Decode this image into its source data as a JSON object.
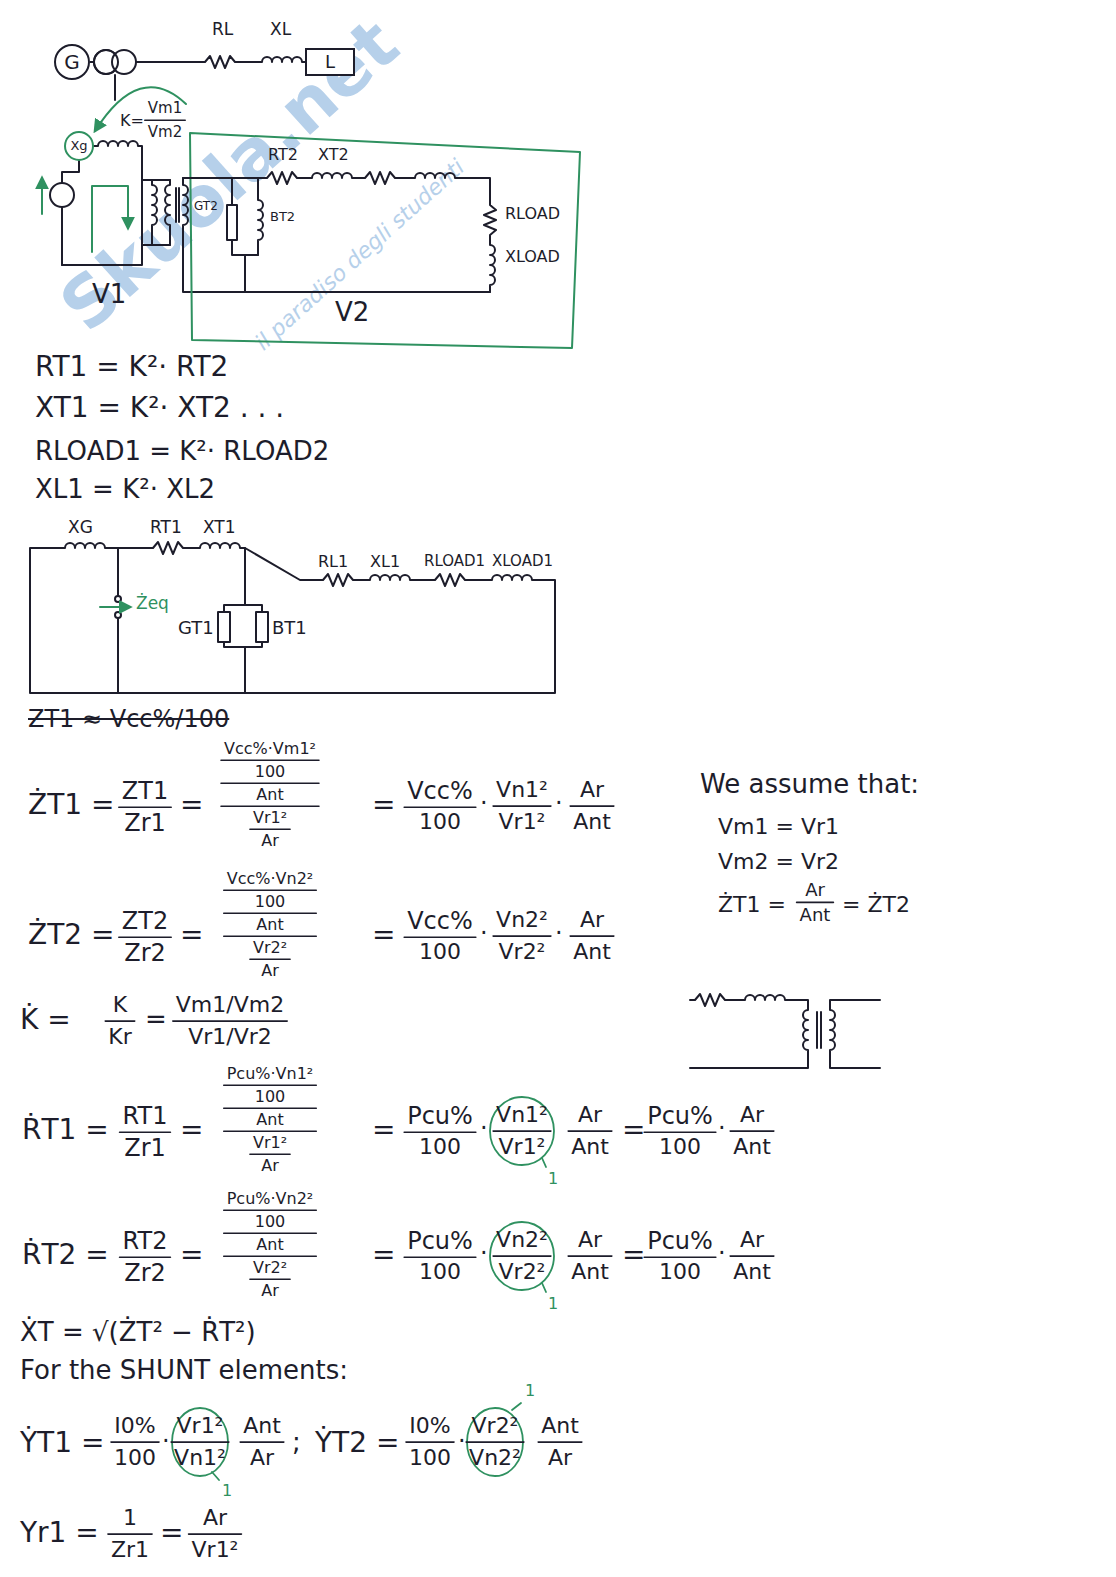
{
  "diagram": {
    "nodes": [
      {
        "text": [
          "G"
        ]
      },
      {
        "text": [
          "L"
        ]
      },
      {
        "text": [
          "Xg"
        ]
      }
    ],
    "edges": [
      {
        "from": 0,
        "to": 1,
        "arrow": "none"
      }
    ],
    "labels": [
      "RL",
      "XL",
      "K=",
      "Vm1",
      "Vm2",
      "RT2",
      "XT2",
      "GT2",
      "BT2",
      "RLOAD",
      "XLOAD",
      "V1",
      "V2",
      "RT1 = K²· RT2",
      "XT1 = K²· XT2 . . .",
      "RLOAD1 = K²· RLOAD2",
      "XL1 = K²· XL2",
      "XG",
      "RT1",
      "XT1",
      "RL1",
      "XL1",
      "RLOAD1",
      "XLOAD1",
      "Żeq",
      "GT1",
      "BT1",
      "ZT1 ≈ Vcc%/100",
      "ŻT1 =",
      "ZT1",
      "Zr1",
      "=",
      "Vcc%·Vm1²",
      "100",
      "Ant",
      "Vr1²",
      "Ar",
      "=",
      "Vcc%",
      "100",
      "·",
      "Vn1²",
      "Vr1²",
      "·",
      "Ar",
      "Ant",
      "We assume that:",
      "Vm1 = Vr1",
      "Vm2 = Vr2",
      "ŻT1 =",
      "Ar",
      "Ant",
      "= ŻT2",
      "ŻT2 =",
      "ZT2",
      "Zr2",
      "=",
      "Vcc%·Vn2²",
      "100",
      "Ant",
      "Vr2²",
      "Ar",
      "=",
      "Vcc%",
      "100",
      "·",
      "Vn2²",
      "Vr2²",
      "·",
      "Ar",
      "Ant",
      "K̇ =",
      "K",
      "Kr",
      "=",
      "Vm1/Vm2",
      "Vr1/Vr2",
      "ṘT1 =",
      "RT1",
      "Zr1",
      "=",
      "Pcu%·Vn1²",
      "100",
      "Ant",
      "Vr1²",
      "Ar",
      "=",
      "Pcu%",
      "100",
      "·",
      "Vn1²",
      "Vr1²",
      "Ar",
      "Ant",
      "1",
      "=",
      "Pcu%",
      "100",
      "·",
      "Ar",
      "Ant",
      "ṘT2 =",
      "RT2",
      "Zr2",
      "=",
      "Pcu%·Vn2²",
      "100",
      "Ant",
      "Vr2²",
      "Ar",
      "=",
      "Pcu%",
      "100",
      "·",
      "Vn2²",
      "Vr2²",
      "Ar",
      "Ant",
      "1",
      "=",
      "Pcu%",
      "100",
      "·",
      "Ar",
      "Ant",
      "ẊT = √(ŻT² − ṘT²)",
      "For the SHUNT elements:",
      "ẎT1 =",
      "I0%",
      "100",
      "·",
      "Vr1²",
      "Vn1²",
      "Ant",
      "Ar",
      "1",
      ";",
      "ẎT2 =",
      "I0%",
      "100",
      "·",
      "Vr2²",
      "Vn2²",
      "Ant",
      "Ar",
      "1",
      "Yr1 =",
      "1",
      "Zr1",
      "=",
      "Ar",
      "Vr1²",
      "Skuola.net",
      "il paradiso degli studenti"
    ]
  }
}
